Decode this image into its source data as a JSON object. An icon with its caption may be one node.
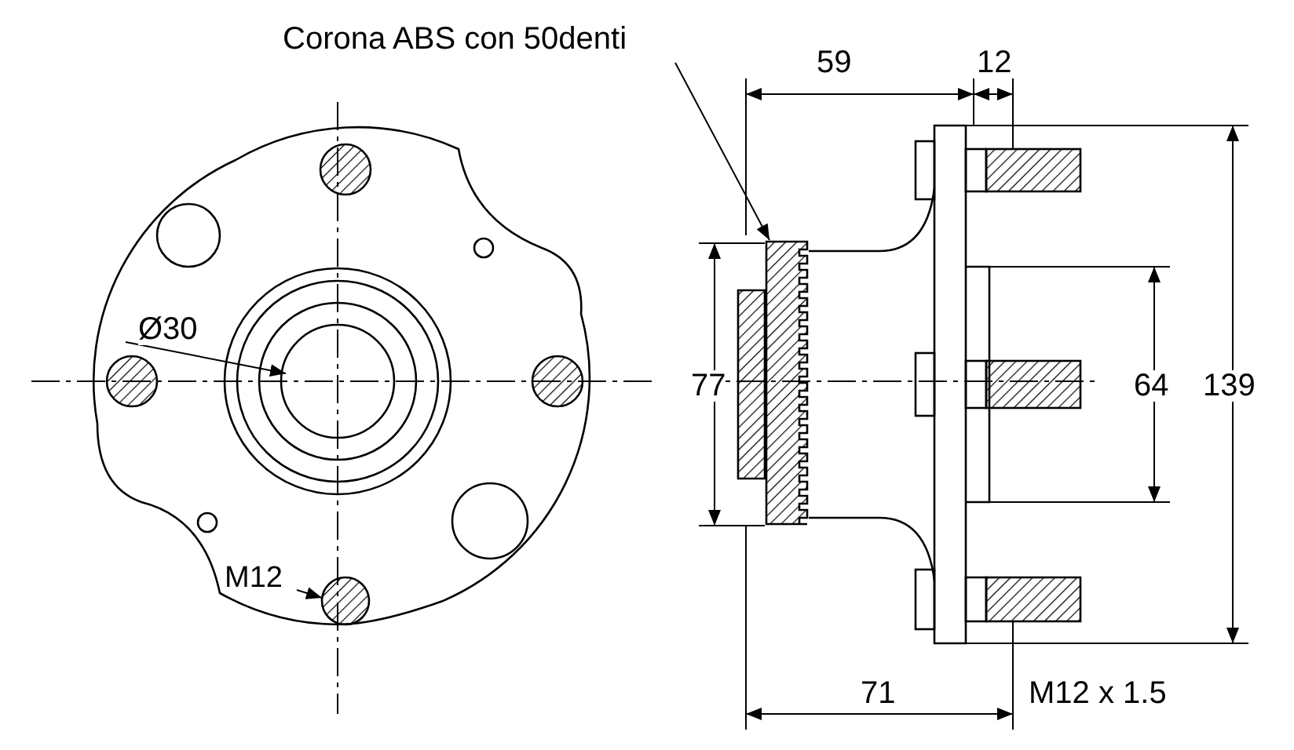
{
  "diagram": {
    "nodes": [
      {
        "text": [
          "Corona ABS con 50denti"
        ]
      },
      {
        "text": [],
        "shape": "box"
      },
      {
        "text": [
          "M12"
        ]
      },
      {
        "text": [],
        "shape": "circle"
      }
    ],
    "edges": [
      {
        "from": 0,
        "to": 1,
        "arrow": "to"
      },
      {
        "from": 2,
        "to": 3,
        "arrow": "to"
      }
    ],
    "labels": [
      "59",
      "12",
      "Ø30",
      "77",
      "64",
      "139",
      "71",
      "M12 x 1.5"
    ]
  }
}
